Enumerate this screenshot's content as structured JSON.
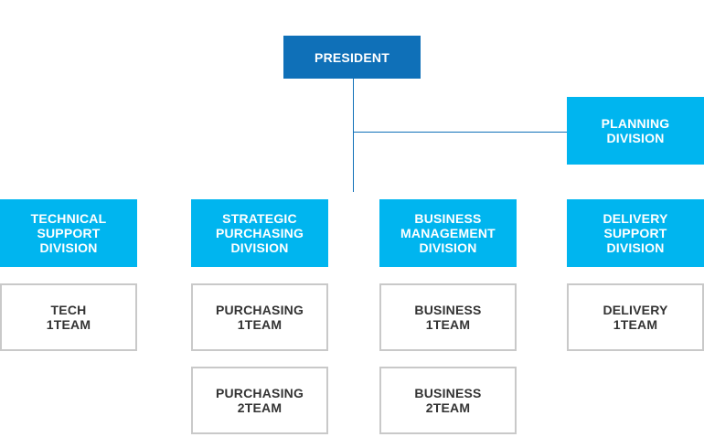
{
  "colors": {
    "president_bg": "#0f70b8",
    "division_bg": "#00b5ef",
    "team_border": "#c9c9c9",
    "team_text": "#333333",
    "connector": "#0f70b8"
  },
  "org": {
    "president": "PRESIDENT",
    "planning_division": "PLANNING\nDIVISION",
    "divisions": [
      {
        "name": "TECHNICAL\nSUPPORT\nDIVISION",
        "teams": [
          "TECH\n1TEAM"
        ]
      },
      {
        "name": "STRATEGIC\nPURCHASING\nDIVISION",
        "teams": [
          "PURCHASING\n1TEAM",
          "PURCHASING\n2TEAM"
        ]
      },
      {
        "name": "BUSINESS\nMANAGEMENT\nDIVISION",
        "teams": [
          "BUSINESS\n1TEAM",
          "BUSINESS\n2TEAM"
        ]
      },
      {
        "name": "DELIVERY\nSUPPORT\nDIVISION",
        "teams": [
          "DELIVERY\n1TEAM"
        ]
      }
    ]
  }
}
